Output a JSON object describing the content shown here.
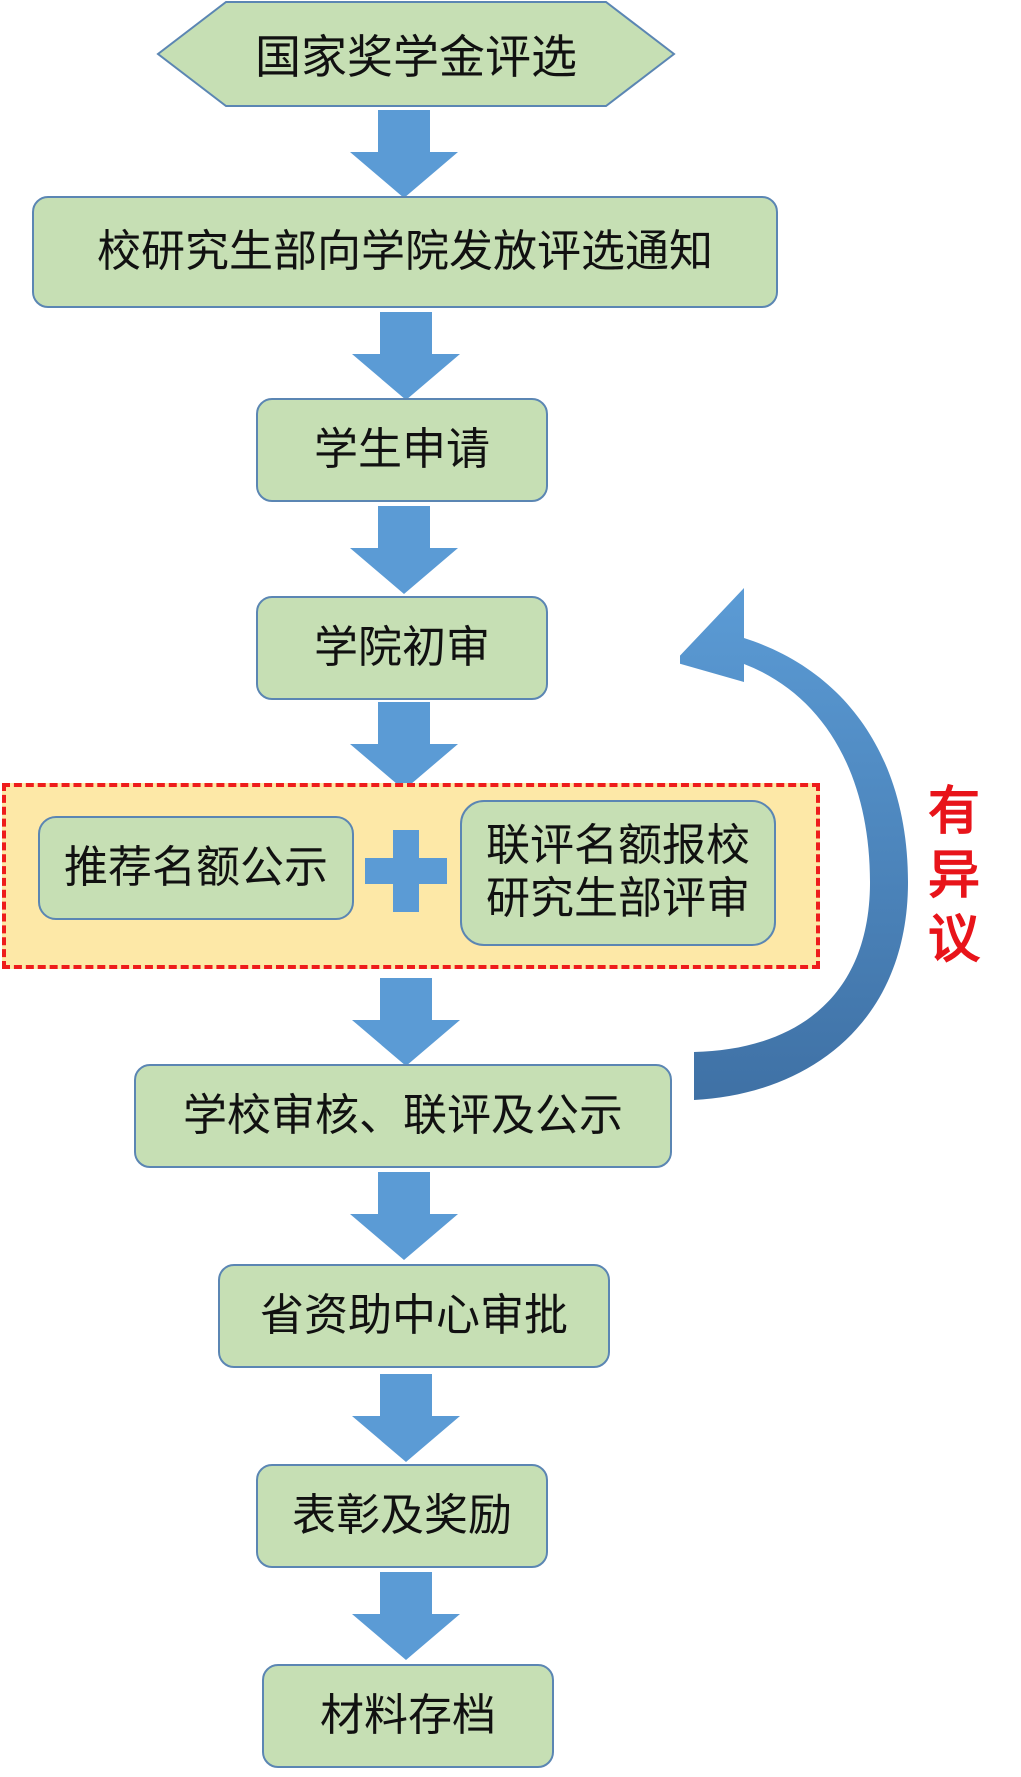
{
  "flowchart": {
    "start": "国家奖学金评选",
    "steps": {
      "notice": "校研究生部向学院发放评选通知",
      "apply": "学生申请",
      "college_review": "学院初审",
      "publicity_left": "推荐名额公示",
      "joint_line1": "联评名额报校",
      "joint_line2": "研究生部评审",
      "school_review": "学校审核、联评及公示",
      "province": "省资助中心审批",
      "award": "表彰及奖励",
      "archive": "材料存档"
    },
    "feedback_label": [
      "有",
      "异",
      "议"
    ]
  },
  "colors": {
    "box_fill": "#c6dfb4",
    "box_border": "#5b86b3",
    "arrow": "#5b9bd5",
    "group_fill": "#fde8a7",
    "group_border": "#ee1c1c",
    "feedback_text": "#e8141a"
  },
  "icons": {
    "flow_arrow": "down-arrow-icon",
    "join": "plus-icon",
    "feedback": "curved-arrow-icon"
  }
}
